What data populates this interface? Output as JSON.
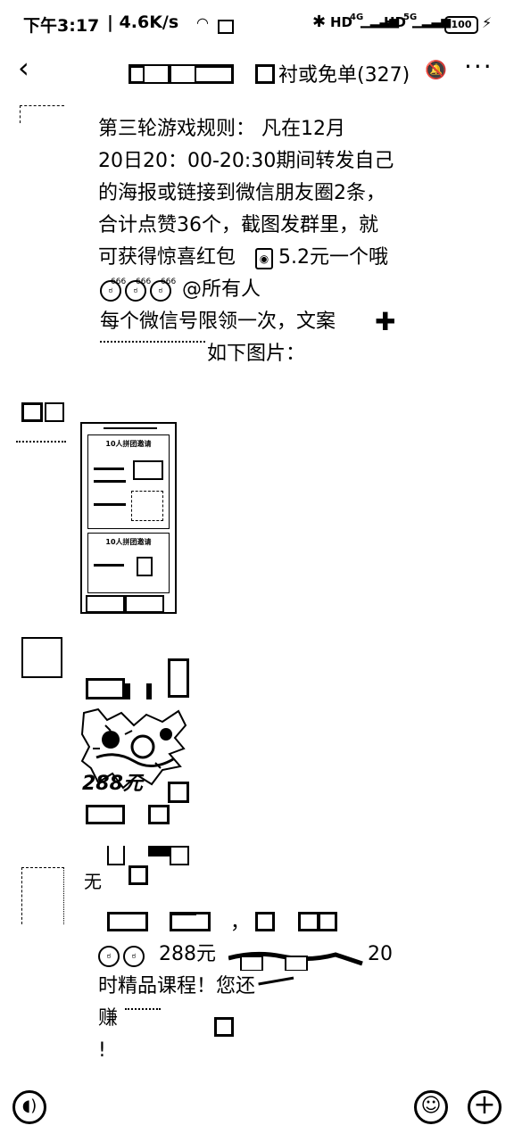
{
  "status_bar": {
    "time": "下午3:17",
    "network_speed": "| 4.6K/s",
    "hd1": "HD",
    "sig1": "4G",
    "hd2": "HD",
    "sig2": "5G",
    "battery": "100"
  },
  "header": {
    "title_visible": "衬或免单(327)"
  },
  "message1": {
    "lines": [
      "第三轮游戏规则：        凡在12月",
      "20日20：00-20:30期间转发自己",
      "的海报或链接到微信朋友圈2条，",
      "合计点赞36个，截图发群里，就",
      "可获得惊喜红包",
      "5.2元一个哦",
      "@所有人",
      " 每个微信号限领一次，文案",
      "如下图片："
    ],
    "emoji_tag": "666"
  },
  "poster1": {
    "card_title": "10人拼团邀请"
  },
  "poster2": {
    "price_label": "288元"
  },
  "message3": {
    "line1_suffix": "，",
    "line2": "288元",
    "line2_tail": "20",
    "line3": "时精品课程！您还",
    "line4": "赚",
    "line5": "!"
  },
  "colors": {
    "background": "#ffffff",
    "ink": "#000000"
  },
  "icons": {
    "back": "chevron-left-icon",
    "mute": "bell-off-icon",
    "more": "more-dots-icon",
    "voice": "voice-icon",
    "emoji": "emoji-icon",
    "add": "plus-icon"
  }
}
